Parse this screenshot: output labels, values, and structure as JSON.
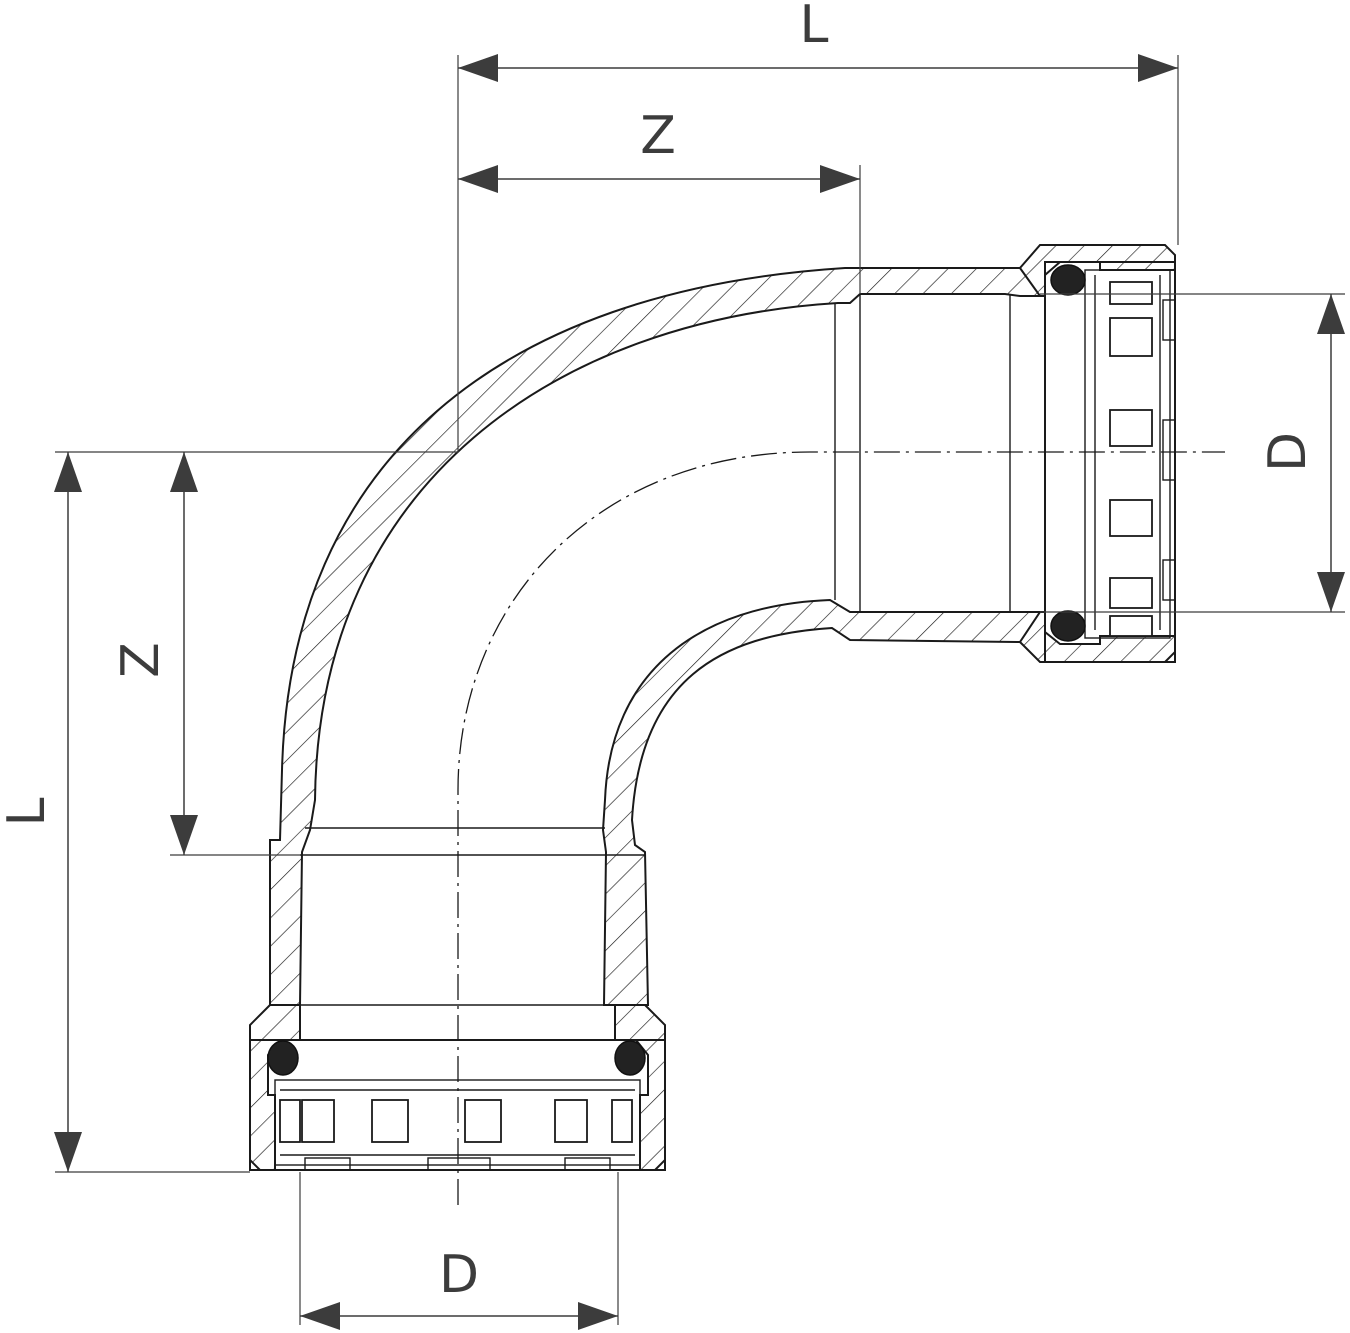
{
  "dimensions": {
    "top_length": "L",
    "top_z": "Z",
    "right_diameter": "D",
    "left_length": "L",
    "left_z": "Z",
    "bottom_diameter": "D"
  }
}
